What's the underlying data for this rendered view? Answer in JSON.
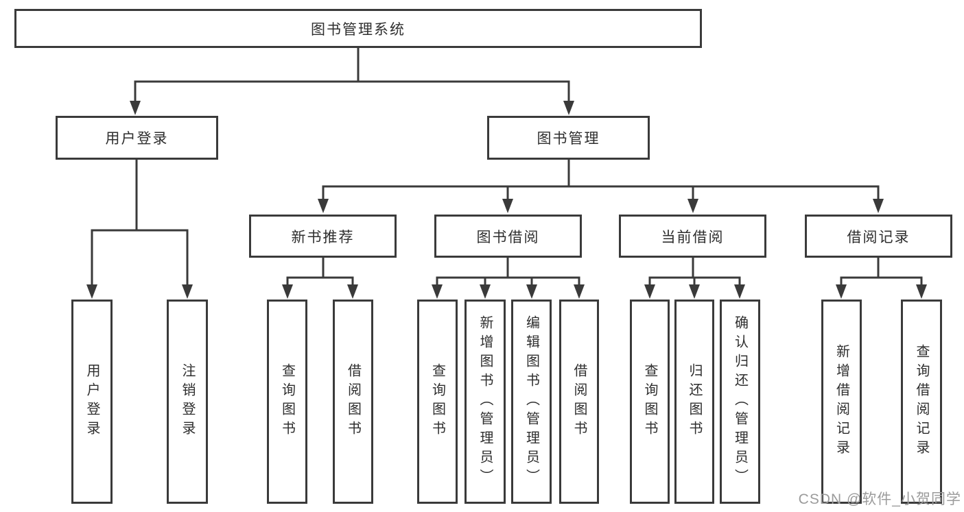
{
  "tree": {
    "root": {
      "label": "图书管理系统",
      "children": [
        {
          "label": "用户登录",
          "children": [
            {
              "label": "用户登录"
            },
            {
              "label": "注销登录"
            }
          ]
        },
        {
          "label": "图书管理",
          "children": [
            {
              "label": "新书推荐",
              "children": [
                {
                  "label": "查询图书"
                },
                {
                  "label": "借阅图书"
                }
              ]
            },
            {
              "label": "图书借阅",
              "children": [
                {
                  "label": "查询图书"
                },
                {
                  "label": "新增图书（管理员）"
                },
                {
                  "label": "编辑图书（管理员）"
                },
                {
                  "label": "借阅图书"
                }
              ]
            },
            {
              "label": "当前借阅",
              "children": [
                {
                  "label": "查询图书"
                },
                {
                  "label": "归还图书"
                },
                {
                  "label": "确认归还（管理员）"
                }
              ]
            },
            {
              "label": "借阅记录",
              "children": [
                {
                  "label": "新增借阅记录"
                },
                {
                  "label": "查询借阅记录"
                }
              ]
            }
          ]
        }
      ]
    }
  },
  "watermark": {
    "text": "CSDN @软件_小贺同学"
  },
  "colors": {
    "line": "#3a3a3a",
    "text": "#2e2e2e",
    "watermark": "#9b9b9b",
    "background": "#ffffff"
  }
}
